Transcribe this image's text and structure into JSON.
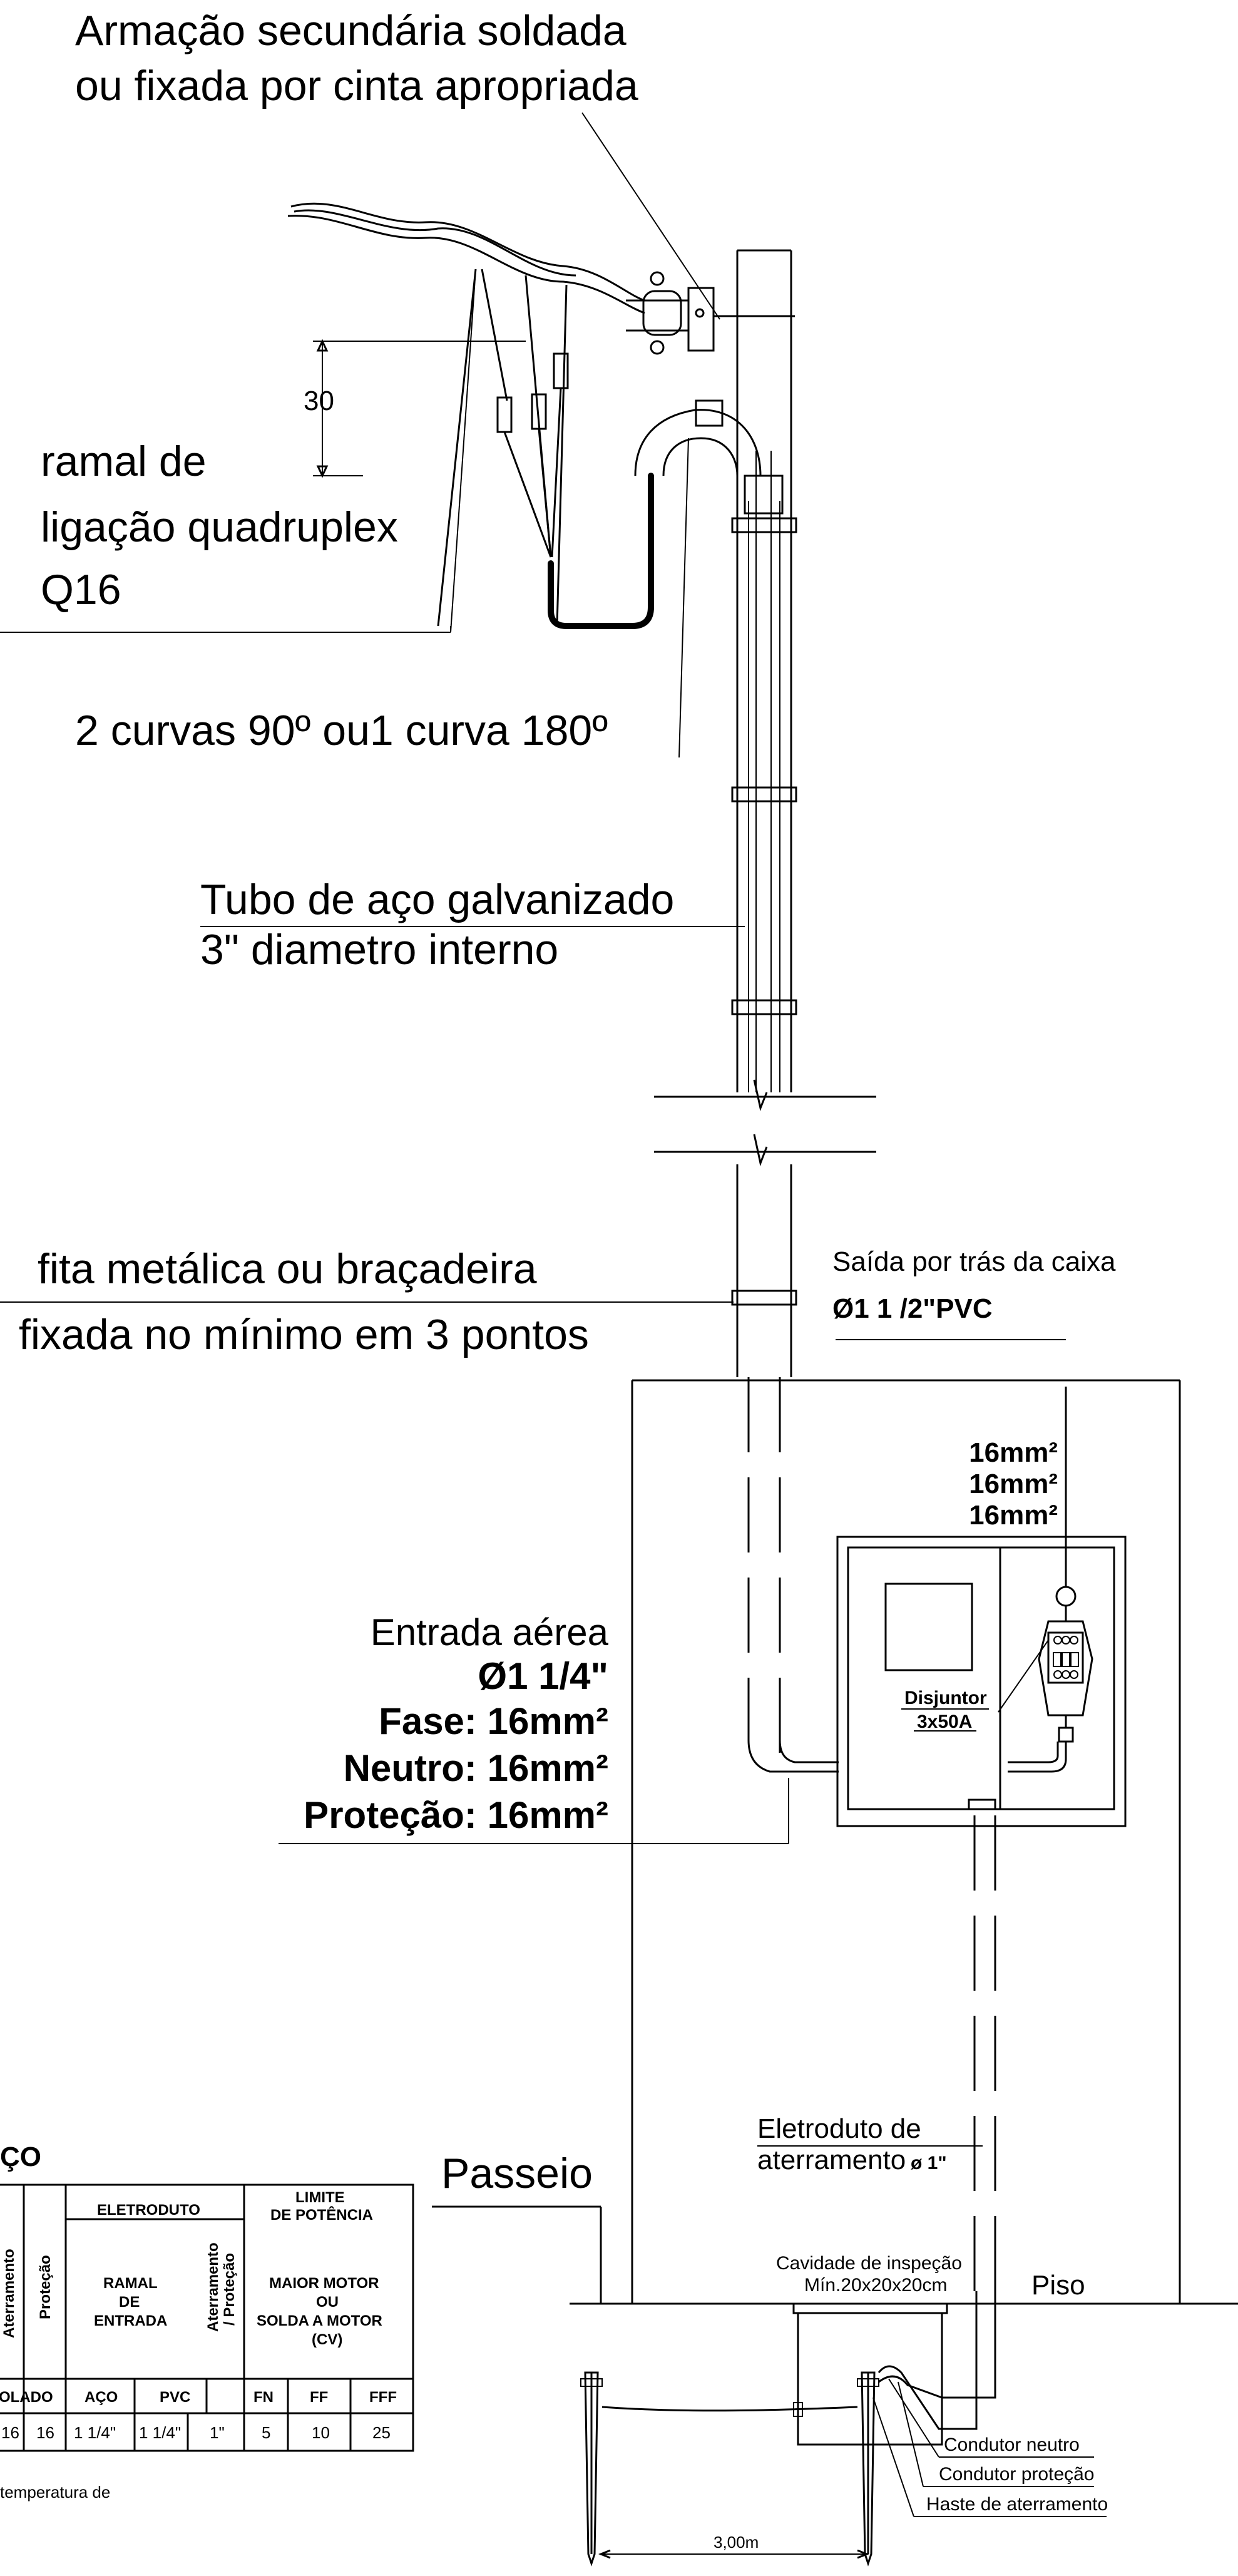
{
  "labels": {
    "armacao_line1": "Armação secundária soldada",
    "armacao_line2": "ou fixada por cinta apropriada",
    "dim_30": "30",
    "ramal_line1": "ramal de",
    "ramal_line2": "ligação quadruplex",
    "ramal_line3": "Q16",
    "curvas": "2 curvas 90º ou1 curva 180º",
    "tubo_line1": "Tubo de aço galvanizado",
    "tubo_line2": "3\" diametro interno",
    "fita_line1": "fita metálica ou braçadeira",
    "fita_line2": "fixada no mínimo em 3 pontos",
    "saida_line1": "Saída por trás da caixa",
    "saida_line2": "Ø1 1 /2\"PVC",
    "cables": [
      "16mm²",
      "16mm²",
      "16mm²"
    ],
    "entrada_line1": "Entrada aérea",
    "entrada_line2": "Ø1 1/4\"",
    "entrada_fase": "Fase: 16mm²",
    "entrada_neutro": "Neutro: 16mm²",
    "entrada_protecao": "Proteção: 16mm²",
    "disjuntor": "Disjuntor",
    "disjuntor_rating": "3x50A",
    "eletroduto_aterr_line1": "Eletroduto de",
    "eletroduto_aterr_line2": "aterramento",
    "eletroduto_aterr_dia": "ø 1\"",
    "passeio": "Passeio",
    "cavidade_line1": "Cavidade de inspeção",
    "cavidade_line2": "Mín.20x20x20cm",
    "piso": "Piso",
    "condutor_neutro": "Condutor neutro",
    "condutor_protecao": "Condutor proteção",
    "haste": "Haste de aterramento",
    "dim_3m": "3,00m"
  },
  "table": {
    "title_fragment": "ÇO",
    "header_eletroduto": "ELETRODUTO",
    "header_limite_1": "LIMITE",
    "header_limite_2": "DE POTÊNCIA",
    "col_aterramento": "Aterramento",
    "col_protecao": "Proteção",
    "col_ramal_1": "RAMAL",
    "col_ramal_2": "DE",
    "col_ramal_3": "ENTRADA",
    "col_aterr_prot_1": "Aterramento",
    "col_aterr_prot_2": "/ Proteção",
    "col_motor_1": "MAIOR MOTOR",
    "col_motor_2": "OU",
    "col_motor_3": "SOLDA  A MOTOR",
    "col_motor_4": "(CV)",
    "sub_isolado": "OLADO",
    "sub_aco": "AÇO",
    "sub_pvc": "PVC",
    "sub_fn": "FN",
    "sub_ff": "FF",
    "sub_fff": "FFF",
    "row_values": [
      "16",
      "16",
      "1 1/4\"",
      "1 1/4\"",
      "1\"",
      "5",
      "10",
      "25"
    ],
    "note_fragment": "temperatura de"
  }
}
